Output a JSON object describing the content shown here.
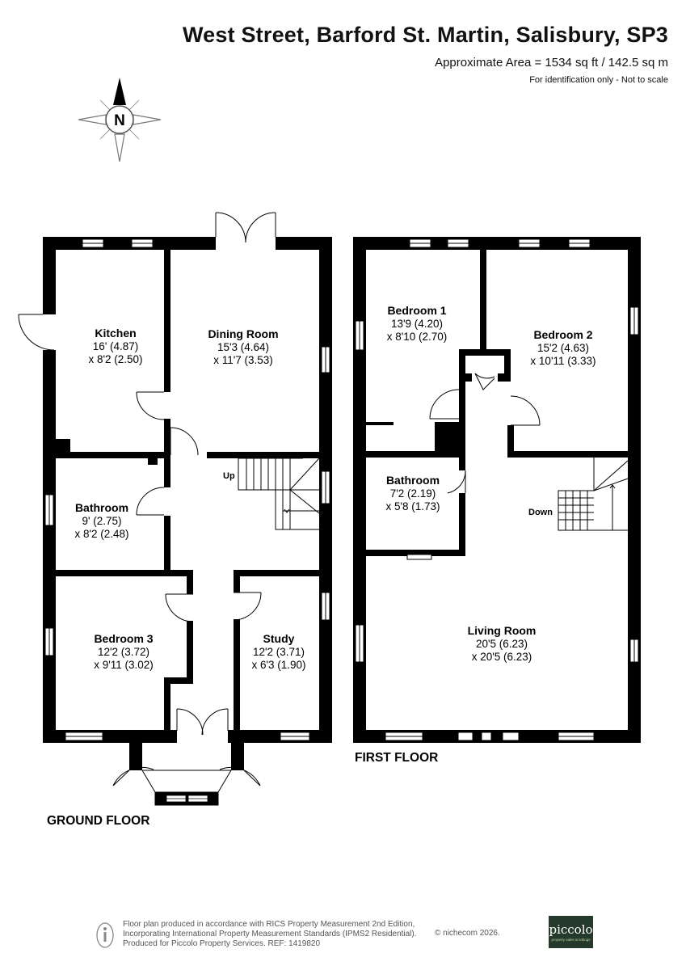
{
  "header": {
    "title": "West Street, Barford St. Martin, Salisbury, SP3",
    "area": "Approximate Area = 1534 sq ft / 142.5 sq m",
    "note": "For identification only - Not to scale"
  },
  "compass": {
    "label": "N"
  },
  "ground_floor": {
    "label": "GROUND FLOOR",
    "stairs_label": "Up",
    "rooms": {
      "kitchen": {
        "name": "Kitchen",
        "dim1": "16' (4.87)",
        "dim2": "x 8'2 (2.50)"
      },
      "dining": {
        "name": "Dining Room",
        "dim1": "15'3 (4.64)",
        "dim2": "x 11'7 (3.53)"
      },
      "bathroom": {
        "name": "Bathroom",
        "dim1": "9' (2.75)",
        "dim2": "x 8'2 (2.48)"
      },
      "bedroom3": {
        "name": "Bedroom 3",
        "dim1": "12'2 (3.72)",
        "dim2": "x 9'11 (3.02)"
      },
      "study": {
        "name": "Study",
        "dim1": "12'2 (3.71)",
        "dim2": "x 6'3 (1.90)"
      }
    }
  },
  "first_floor": {
    "label": "FIRST FLOOR",
    "stairs_label": "Down",
    "rooms": {
      "bedroom1": {
        "name": "Bedroom 1",
        "dim1": "13'9 (4.20)",
        "dim2": "x 8'10 (2.70)"
      },
      "bedroom2": {
        "name": "Bedroom 2",
        "dim1": "15'2 (4.63)",
        "dim2": "x 10'11 (3.33)"
      },
      "bathroom": {
        "name": "Bathroom",
        "dim1": "7'2 (2.19)",
        "dim2": "x 5'8 (1.73)"
      },
      "living": {
        "name": "Living Room",
        "dim1": "20'5 (6.23)",
        "dim2": "x 20'5 (6.23)"
      }
    }
  },
  "footer": {
    "line1": "Floor plan produced in accordance with RICS Property Measurement 2nd Edition,",
    "line2": "Incorporating International Property Measurement Standards (IPMS2 Residential).",
    "line3": "Produced for Piccolo Property Services.   REF:   1419820",
    "copyright": "© nichecom 2026.",
    "logo": "piccolo",
    "logo_tagline": "property sales & lettings"
  },
  "colors": {
    "wall": "#000000",
    "logo_bg": "#253a2c"
  }
}
